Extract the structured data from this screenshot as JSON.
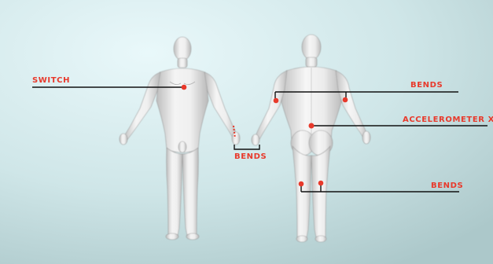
{
  "annotations": {
    "switch": "SWITCH",
    "bends_back_arms": "BENDS",
    "bends_wrist": "BENDS",
    "accelerometer": "ACCELEROMETER XYZ",
    "bends_knees": "BENDS"
  },
  "colors": {
    "accent": "#e8392b",
    "line": "#111111",
    "body_fill": "#e9e9e9",
    "background_center": "#e6f7f9",
    "background_edge": "#b4ced0"
  }
}
